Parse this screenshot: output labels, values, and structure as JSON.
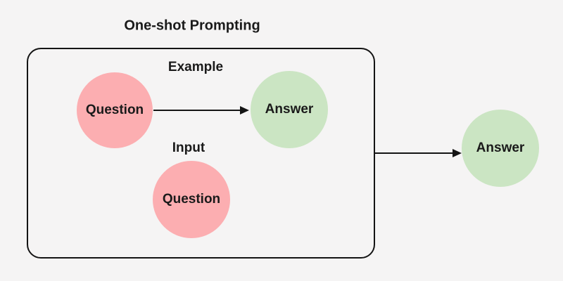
{
  "title": "One-shot Prompting",
  "colors": {
    "background": "#F5F4F4",
    "question_fill": "#FCAEB1",
    "answer_fill": "#CBE5C3",
    "stroke": "#141414",
    "text": "#1A1A1A"
  },
  "box": {
    "example": {
      "label": "Example",
      "question": "Question",
      "answer": "Answer"
    },
    "input": {
      "label": "Input",
      "question": "Question"
    }
  },
  "result": {
    "answer": "Answer"
  }
}
